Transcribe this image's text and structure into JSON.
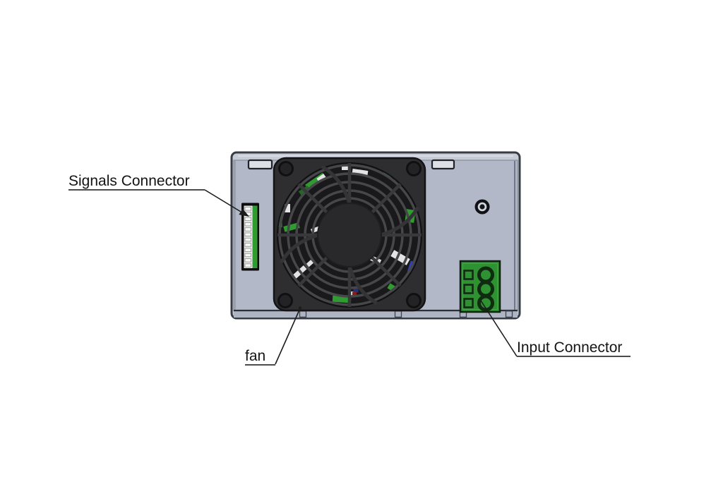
{
  "diagram": {
    "labels": {
      "signals_connector": "Signals Connector",
      "fan": "fan",
      "input_connector": "Input Connector"
    },
    "colors": {
      "page_background": "#ffffff",
      "chassis_bevel": "#c6cbd5",
      "chassis_face": "#b2b8c7",
      "chassis_flange": "#aeb4c3",
      "chassis_outline": "#383c44",
      "fan_guard": "#2e2e30",
      "fan_opening": "#19191b",
      "fan_hub": "#29292b",
      "grille_ring": "#47474a",
      "pcb_green": "#2f9b31",
      "connector_green": "#2f9232",
      "highlight_white": "#e3e3e5",
      "highlight_blue": "#3040bd",
      "leader_line": "#1c1c1c",
      "label_text": "#141414"
    }
  }
}
